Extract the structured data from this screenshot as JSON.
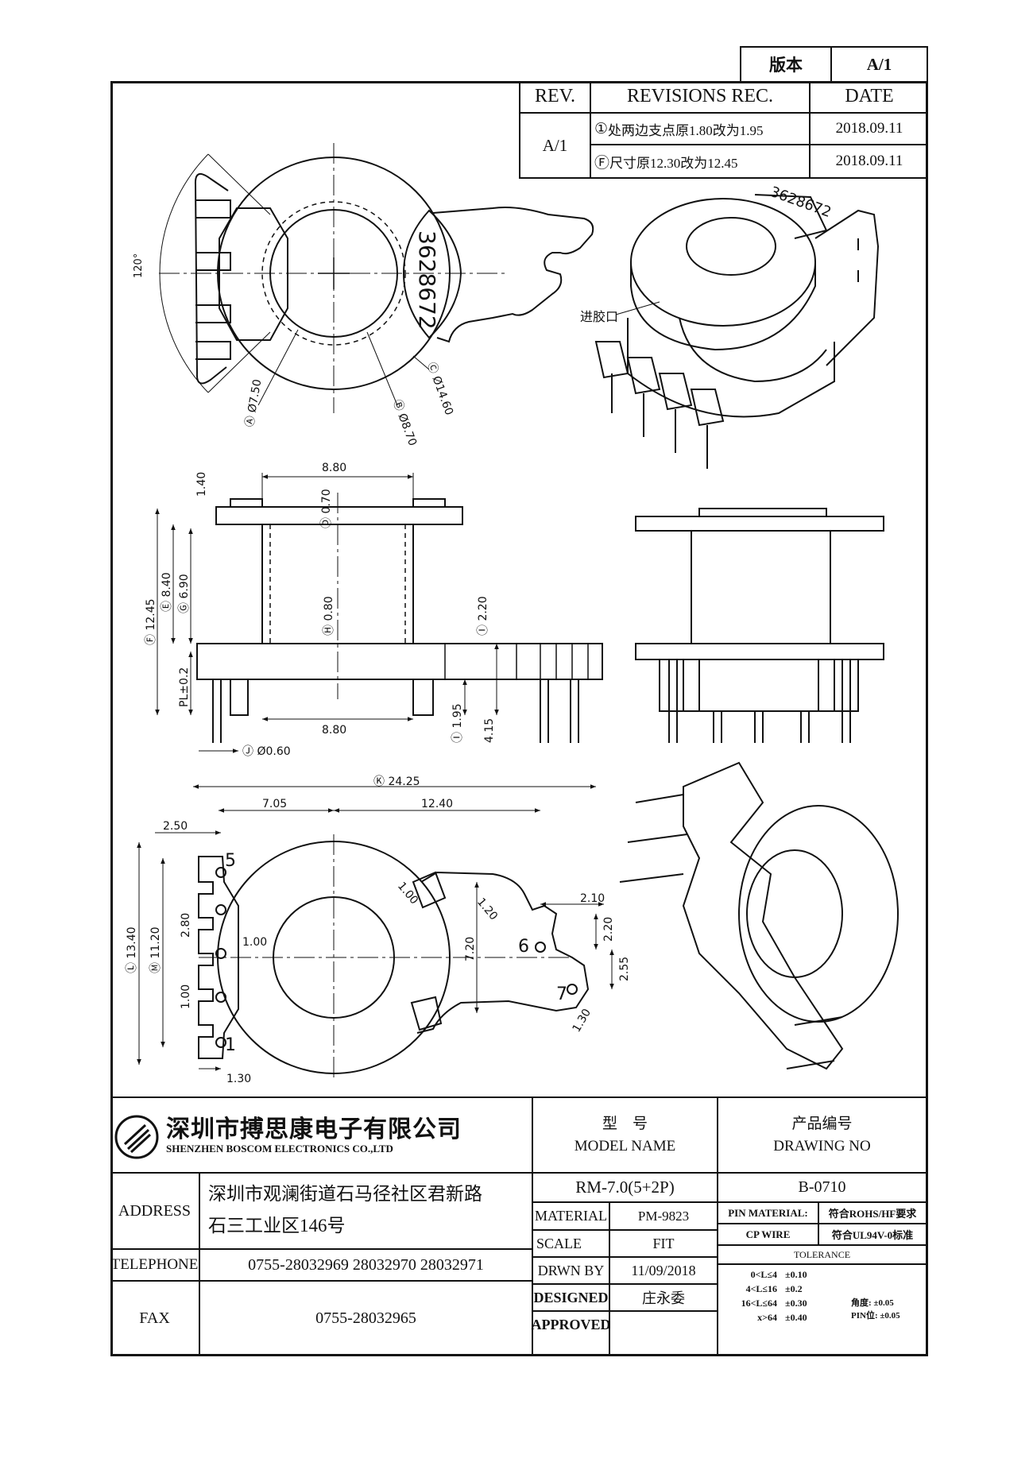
{
  "version_box": {
    "label": "版本",
    "value": "A/1"
  },
  "revisions": {
    "headers": [
      "REV.",
      "REVISIONS REC.",
      "DATE"
    ],
    "rows": [
      {
        "rev": "A/1",
        "note_mark": "①",
        "note": "处两边支点原1.80改为1.95",
        "date": "2018.09.11"
      },
      {
        "rev": "",
        "note_mark": "Ⓕ",
        "note": "尺寸原12.30改为12.45",
        "date": "2018.09.11"
      }
    ]
  },
  "drawing": {
    "part_marking": "3628672",
    "gate_label": "进胶口",
    "top_view": {
      "angle": "120°",
      "dims": [
        {
          "id": "A",
          "value": "Ø7.50"
        },
        {
          "id": "B",
          "value": "Ø8.70"
        },
        {
          "id": "C",
          "value": "Ø14.60"
        }
      ]
    },
    "side_view": {
      "dims": [
        {
          "id": "",
          "value": "8.80"
        },
        {
          "id": "",
          "value": "1.40"
        },
        {
          "id": "D",
          "value": "0.70"
        },
        {
          "id": "E",
          "value": "8.40"
        },
        {
          "id": "G",
          "value": "6.90"
        },
        {
          "id": "F",
          "value": "12.45"
        },
        {
          "id": "H",
          "value": "0.80"
        },
        {
          "id": "I",
          "value": "2.20"
        },
        {
          "id": "",
          "value": "PL±0.2"
        },
        {
          "id": "",
          "value": "8.80"
        },
        {
          "id": "J",
          "value": "Ø0.60"
        },
        {
          "id": "I",
          "value": "1.95"
        },
        {
          "id": "",
          "value": "4.15"
        }
      ]
    },
    "bottom_view": {
      "pins": [
        "5",
        "1",
        "6",
        "7"
      ],
      "dims": [
        {
          "id": "K",
          "value": "24.25"
        },
        {
          "id": "",
          "value": "7.05"
        },
        {
          "id": "",
          "value": "12.40"
        },
        {
          "id": "",
          "value": "2.50"
        },
        {
          "id": "",
          "value": "1.00"
        },
        {
          "id": "",
          "value": "1.20"
        },
        {
          "id": "",
          "value": "2.10"
        },
        {
          "id": "",
          "value": "2.20"
        },
        {
          "id": "",
          "value": "7.20"
        },
        {
          "id": "",
          "value": "2.55"
        },
        {
          "id": "",
          "value": "1.30"
        },
        {
          "id": "L",
          "value": "13.40"
        },
        {
          "id": "M",
          "value": "11.20"
        },
        {
          "id": "",
          "value": "2.80"
        },
        {
          "id": "",
          "value": "1.00"
        },
        {
          "id": "",
          "value": "1.00"
        },
        {
          "id": "",
          "value": "1.30"
        }
      ]
    }
  },
  "title_block": {
    "company_cn": "深圳市搏思康电子有限公司",
    "company_en": "SHENZHEN BOSCOM ELECTRONICS CO.,LTD",
    "address_label": "ADDRESS",
    "address_line1": "深圳市观澜街道石马径社区君新路",
    "address_line2": "石三工业区146号",
    "telephone_label": "TELEPHONE",
    "telephone": "0755-28032969 28032970 28032971",
    "fax_label": "FAX",
    "fax": "0755-28032965",
    "model_label_cn": "型　号",
    "model_label_en": "MODEL NAME",
    "model_value": "RM-7.0(5+2P)",
    "drawing_no_label_cn": "产品编号",
    "drawing_no_label_en": "DRAWING NO",
    "drawing_no_value": "B-0710",
    "material_label": "MATERIAL",
    "material_value": "PM-9823",
    "scale_label": "SCALE",
    "scale_value": "FIT",
    "drawn_by_label": "DRWN BY",
    "drawn_by_value": "11/09/2018",
    "designed_label": "DESIGNED",
    "designed_value": "庄永委",
    "approved_label": "APPROVED",
    "approved_value": "",
    "pin_material_label": "PIN MATERIAL:",
    "pin_material_value": "符合ROHS/HF要求",
    "cp_wire_label": "CP WIRE",
    "cp_wire_value": "符合UL94V-0标准",
    "tolerance_label": "TOLERANCE",
    "tolerances": [
      {
        "range": "0<L≤4",
        "value": "±0.10"
      },
      {
        "range": "4<L≤16",
        "value": "±0.2"
      },
      {
        "range": "16<L≤64",
        "value": "±0.30"
      },
      {
        "range": "x>64",
        "value": "±0.40"
      }
    ],
    "angle_tol_label": "角度:",
    "angle_tol_value": "±0.05",
    "pin_tol_label": "PIN位:",
    "pin_tol_value": "±0.05"
  }
}
